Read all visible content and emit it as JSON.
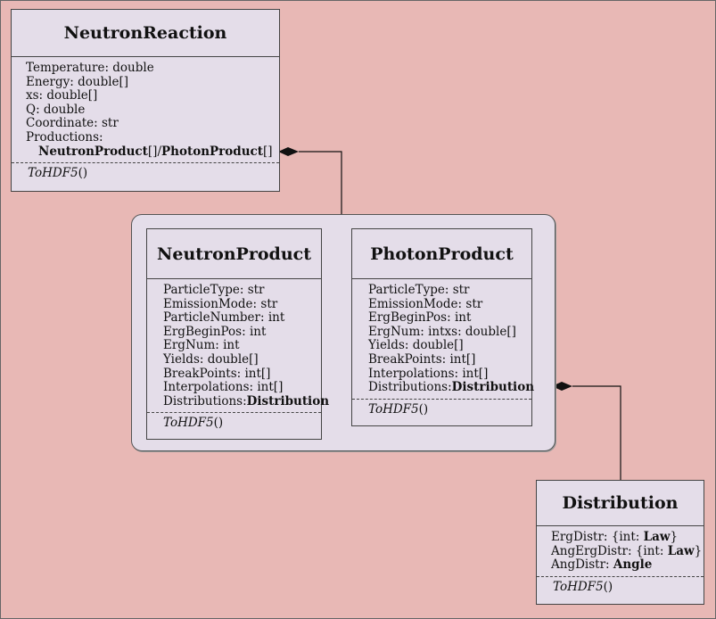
{
  "neutron_reaction": {
    "title": "NeutronReaction",
    "attrs": [
      "Temperature: double",
      "Energy: double[]",
      "xs: double[]",
      "Q: double",
      "Coordinate: str",
      "Productions:"
    ],
    "productions_bold_a": "NeutronProduct",
    "productions_mid": "[]/",
    "productions_bold_b": "PhotonProduct",
    "productions_end": "[]",
    "method_name": "ToHDF5",
    "method_parens": "()"
  },
  "neutron_product": {
    "title": "NeutronProduct",
    "attrs": [
      "ParticleType: str",
      "EmissionMode: str",
      "ParticleNumber: int",
      "ErgBeginPos: int",
      "ErgNum: int",
      "Yields: double[]",
      "BreakPoints: int[]",
      "Interpolations: int[]"
    ],
    "distributions_label": "Distributions:",
    "distributions_type": "Distribution",
    "method_name": "ToHDF5",
    "method_parens": "()"
  },
  "photon_product": {
    "title": "PhotonProduct",
    "attrs": [
      "ParticleType: str",
      "EmissionMode: str",
      "ErgBeginPos: int",
      "ErgNum: intxs: double[]",
      "Yields: double[]",
      "BreakPoints: int[]",
      "Interpolations: int[]"
    ],
    "distributions_label": "Distributions:",
    "distributions_type": "Distribution",
    "method_name": "ToHDF5",
    "method_parens": "()"
  },
  "distribution": {
    "title": "Distribution",
    "erg_label": "ErgDistr: {int: ",
    "erg_type": "Law",
    "erg_close": "}",
    "angerg_label": "AngErgDistr: {int: ",
    "angerg_type": "Law",
    "angerg_close": "}",
    "ang_label": "AngDistr: ",
    "ang_type": "Angle",
    "method_name": "ToHDF5",
    "method_parens": "()"
  },
  "colors": {
    "background": "#e8b8b5",
    "box_fill": "#e4dde9",
    "line": "#111111"
  },
  "icons": [
    "composition-diamond-icon",
    "composition-diamond-icon"
  ]
}
